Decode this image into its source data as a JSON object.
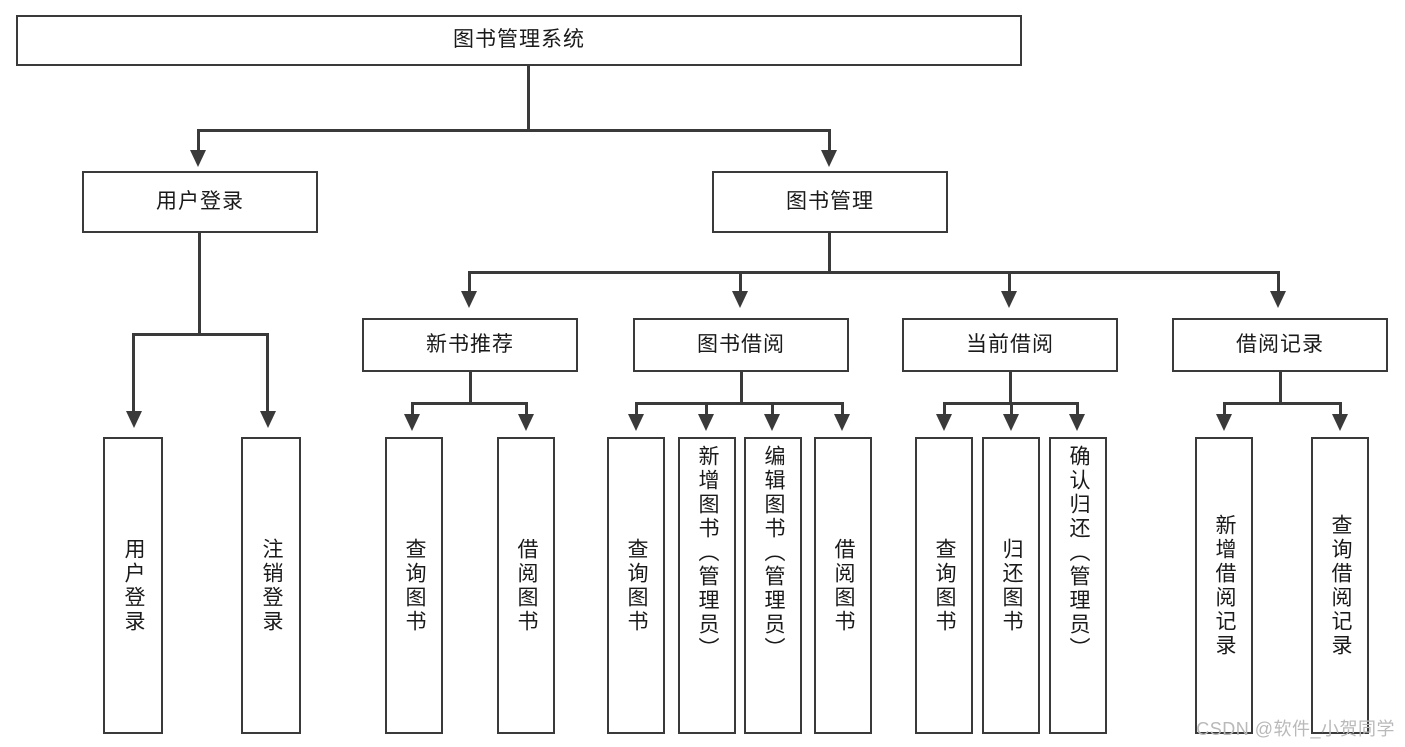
{
  "diagram": {
    "type": "tree",
    "title": "图书管理系统",
    "watermark": "CSDN @软件_小贺同学",
    "root": {
      "label": "图书管理系统"
    },
    "level1": [
      {
        "label": "用户登录"
      },
      {
        "label": "图书管理"
      }
    ],
    "level2": [
      {
        "label": "新书推荐"
      },
      {
        "label": "图书借阅"
      },
      {
        "label": "当前借阅"
      },
      {
        "label": "借阅记录"
      }
    ],
    "leaves": {
      "user_login": [
        {
          "label": "用户登录"
        },
        {
          "label": "注销登录"
        }
      ],
      "new_book_recommend": [
        {
          "label": "查询图书"
        },
        {
          "label": "借阅图书"
        }
      ],
      "book_borrow": [
        {
          "label": "查询图书"
        },
        {
          "label": "新增图书（管理员）"
        },
        {
          "label": "编辑图书（管理员）"
        },
        {
          "label": "借阅图书"
        }
      ],
      "current_borrow": [
        {
          "label": "查询图书"
        },
        {
          "label": "归还图书"
        },
        {
          "label": "确认归还（管理员）"
        }
      ],
      "borrow_record": [
        {
          "label": "新增借阅记录"
        },
        {
          "label": "查询借阅记录"
        }
      ]
    },
    "colors": {
      "stroke": "#3a3a3a",
      "fill": "#ffffff",
      "text": "#1a1a1a",
      "watermark": "#b9b9b9"
    }
  }
}
